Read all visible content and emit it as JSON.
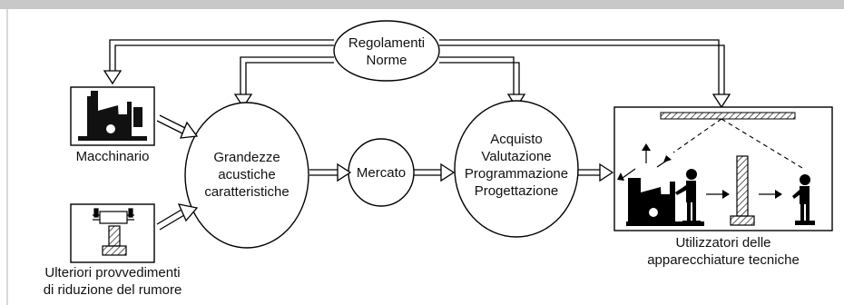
{
  "nodes": {
    "regulations": {
      "line1": "Regolamenti",
      "line2": "Norme"
    },
    "acoustic": {
      "line1": "Grandezze",
      "line2": "acustiche",
      "line3": "caratteristiche"
    },
    "market": {
      "label": "Mercato"
    },
    "purchase": {
      "line1": "Acquisto",
      "line2": "Valutazione",
      "line3": "Programmazione",
      "line4": "Progettazione"
    },
    "machinery": {
      "label": "Macchinario"
    },
    "noise_reduction": {
      "line1": "Ulteriori provvedimenti",
      "line2": "di riduzione del rumore"
    },
    "users": {
      "line1": "Utilizzatori delle",
      "line2": "apparecchiature tecniche"
    }
  },
  "icons": [
    "machinery-icon",
    "noise-reduction-icon",
    "workplace-scene-icon",
    "worker-icon",
    "barrier-icon"
  ],
  "colors": {
    "line": "#000000",
    "frame": "#c8c8c8",
    "hatch": "#555555"
  }
}
